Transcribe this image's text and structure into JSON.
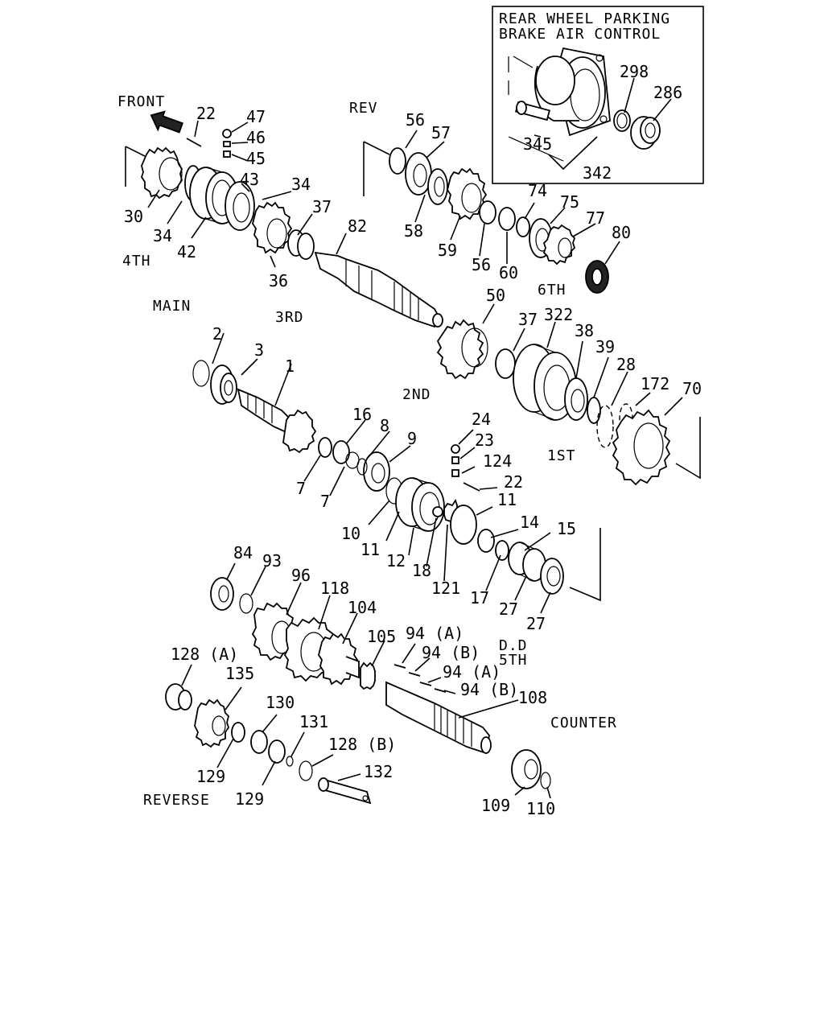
{
  "inset": {
    "title_line1": "REAR WHEEL PARKING",
    "title_line2": "BRAKE AIR CONTROL",
    "parts": [
      "298",
      "286",
      "345",
      "342"
    ]
  },
  "sections": {
    "front": "FRONT",
    "rev": "REV",
    "fourth": "4TH",
    "main": "MAIN",
    "third": "3RD",
    "sixth": "6TH",
    "second": "2ND",
    "first": "1ST",
    "dd": "D.D",
    "fifth": "5TH",
    "counter": "COUNTER",
    "reverse": "REVERSE"
  },
  "main_parts": {
    "p22a": "22",
    "p47": "47",
    "p46": "46",
    "p45": "45",
    "p43": "43",
    "p34a": "34",
    "p30": "30",
    "p34b": "34",
    "p42": "42",
    "p36": "36",
    "p37a": "37",
    "p82": "82",
    "p56a": "56",
    "p57": "57",
    "p58": "58",
    "p59": "59",
    "p56b": "56",
    "p60": "60",
    "p74": "74",
    "p75": "75",
    "p77": "77",
    "p80": "80",
    "p50": "50",
    "p37b": "37",
    "p322": "322",
    "p38": "38",
    "p39": "39",
    "p28": "28",
    "p172": "172",
    "p70": "70",
    "p2": "2",
    "p3": "3",
    "p1": "1",
    "p16": "16",
    "p8": "8",
    "p9": "9",
    "p7a": "7",
    "p7b": "7",
    "p24": "24",
    "p23": "23",
    "p124": "124",
    "p22b": "22",
    "p11a": "11",
    "p10": "10",
    "p11b": "11",
    "p12": "12",
    "p18": "18",
    "p121": "121",
    "p14": "14",
    "p15": "15",
    "p17": "17",
    "p27a": "27",
    "p27b": "27"
  },
  "counter_parts": {
    "p84": "84",
    "p93": "93",
    "p96": "96",
    "p118": "118",
    "p104": "104",
    "p105": "105",
    "p94a1": "94 (A)",
    "p94b1": "94 (B)",
    "p94a2": "94 (A)",
    "p94b2": "94 (B)",
    "p108": "108",
    "p128a": "128 (A)",
    "p135": "135",
    "p130": "130",
    "p131": "131",
    "p128b": "128 (B)",
    "p132": "132",
    "p129a": "129",
    "p129b": "129",
    "p109": "109",
    "p110": "110"
  }
}
